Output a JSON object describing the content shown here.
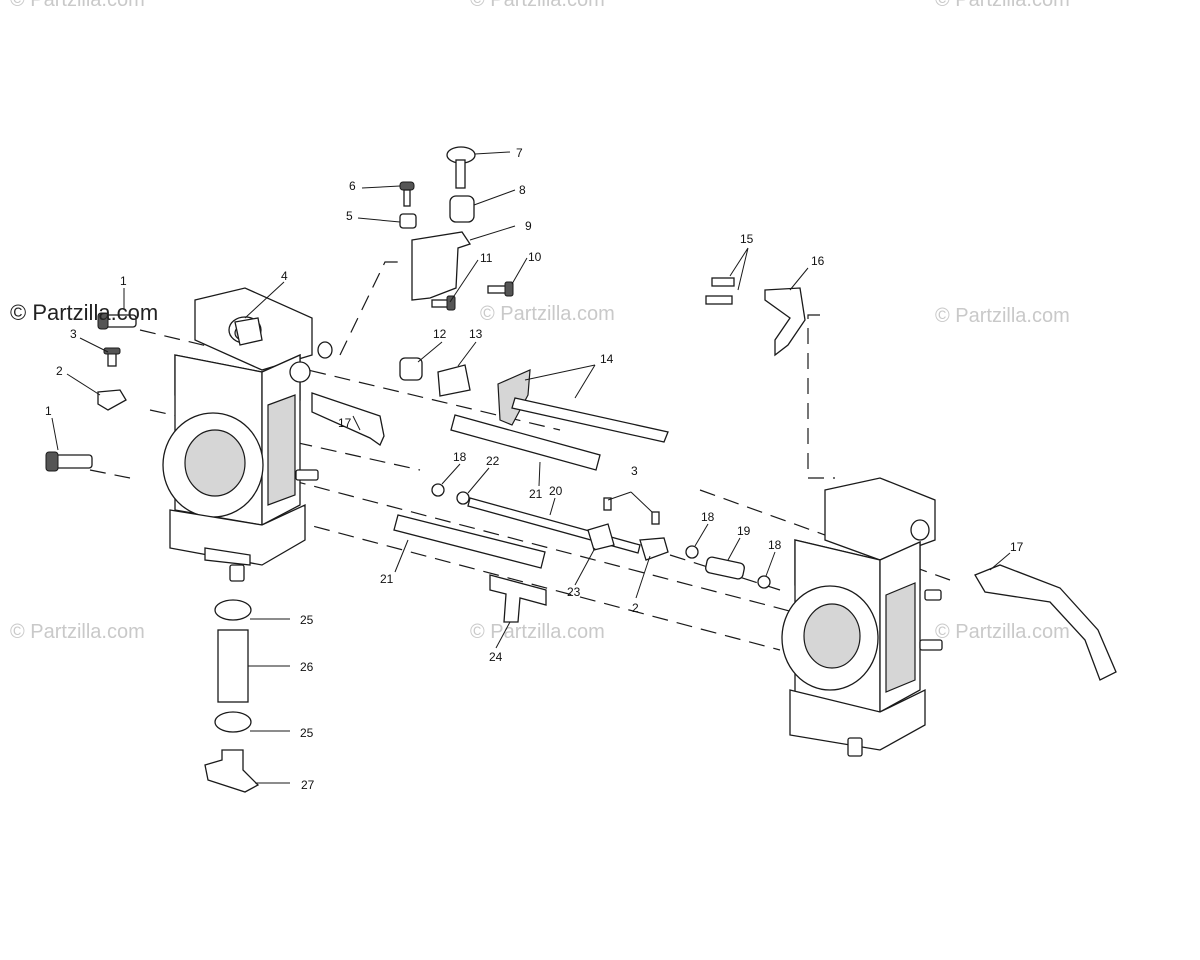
{
  "brand_label": "© Partzilla.com",
  "watermark": "© Partzilla.com",
  "callouts": [
    {
      "id": "c1a",
      "text": "1"
    },
    {
      "id": "c1b",
      "text": "1"
    },
    {
      "id": "c2a",
      "text": "2"
    },
    {
      "id": "c2b",
      "text": "2"
    },
    {
      "id": "c3a",
      "text": "3"
    },
    {
      "id": "c3b",
      "text": "3"
    },
    {
      "id": "c4",
      "text": "4"
    },
    {
      "id": "c5",
      "text": "5"
    },
    {
      "id": "c6",
      "text": "6"
    },
    {
      "id": "c7",
      "text": "7"
    },
    {
      "id": "c8",
      "text": "8"
    },
    {
      "id": "c9",
      "text": "9"
    },
    {
      "id": "c10",
      "text": "10"
    },
    {
      "id": "c11",
      "text": "11"
    },
    {
      "id": "c12",
      "text": "12"
    },
    {
      "id": "c13",
      "text": "13"
    },
    {
      "id": "c14",
      "text": "14"
    },
    {
      "id": "c15",
      "text": "15"
    },
    {
      "id": "c16",
      "text": "16"
    },
    {
      "id": "c17a",
      "text": "17"
    },
    {
      "id": "c17b",
      "text": "17"
    },
    {
      "id": "c18a",
      "text": "18"
    },
    {
      "id": "c18b",
      "text": "18"
    },
    {
      "id": "c18c",
      "text": "18"
    },
    {
      "id": "c19",
      "text": "19"
    },
    {
      "id": "c20",
      "text": "20"
    },
    {
      "id": "c21a",
      "text": "21"
    },
    {
      "id": "c21b",
      "text": "21"
    },
    {
      "id": "c22",
      "text": "22"
    },
    {
      "id": "c23",
      "text": "23"
    },
    {
      "id": "c24",
      "text": "24"
    },
    {
      "id": "c25a",
      "text": "25"
    },
    {
      "id": "c25b",
      "text": "25"
    },
    {
      "id": "c26",
      "text": "26"
    },
    {
      "id": "c27",
      "text": "27"
    }
  ]
}
